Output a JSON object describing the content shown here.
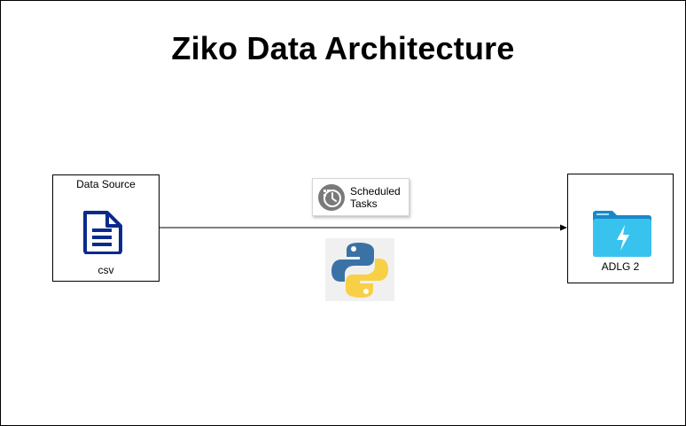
{
  "title": "Ziko Data Architecture",
  "source_node": {
    "label": "Data Source",
    "caption": "csv",
    "icon": "document-icon",
    "icon_color": "#0a2a8c"
  },
  "target_node": {
    "caption": "ADLG 2",
    "icon": "data-lake-folder-icon",
    "icon_color": "#37c3ee"
  },
  "connector": {
    "label": "Scheduled Tasks",
    "icon": "scheduled-tasks-icon",
    "tool_icon": "python-icon"
  },
  "colors": {
    "python_blue": "#3a72a6",
    "python_yellow": "#f8d046",
    "schedule_gray": "#7a7a7a"
  }
}
